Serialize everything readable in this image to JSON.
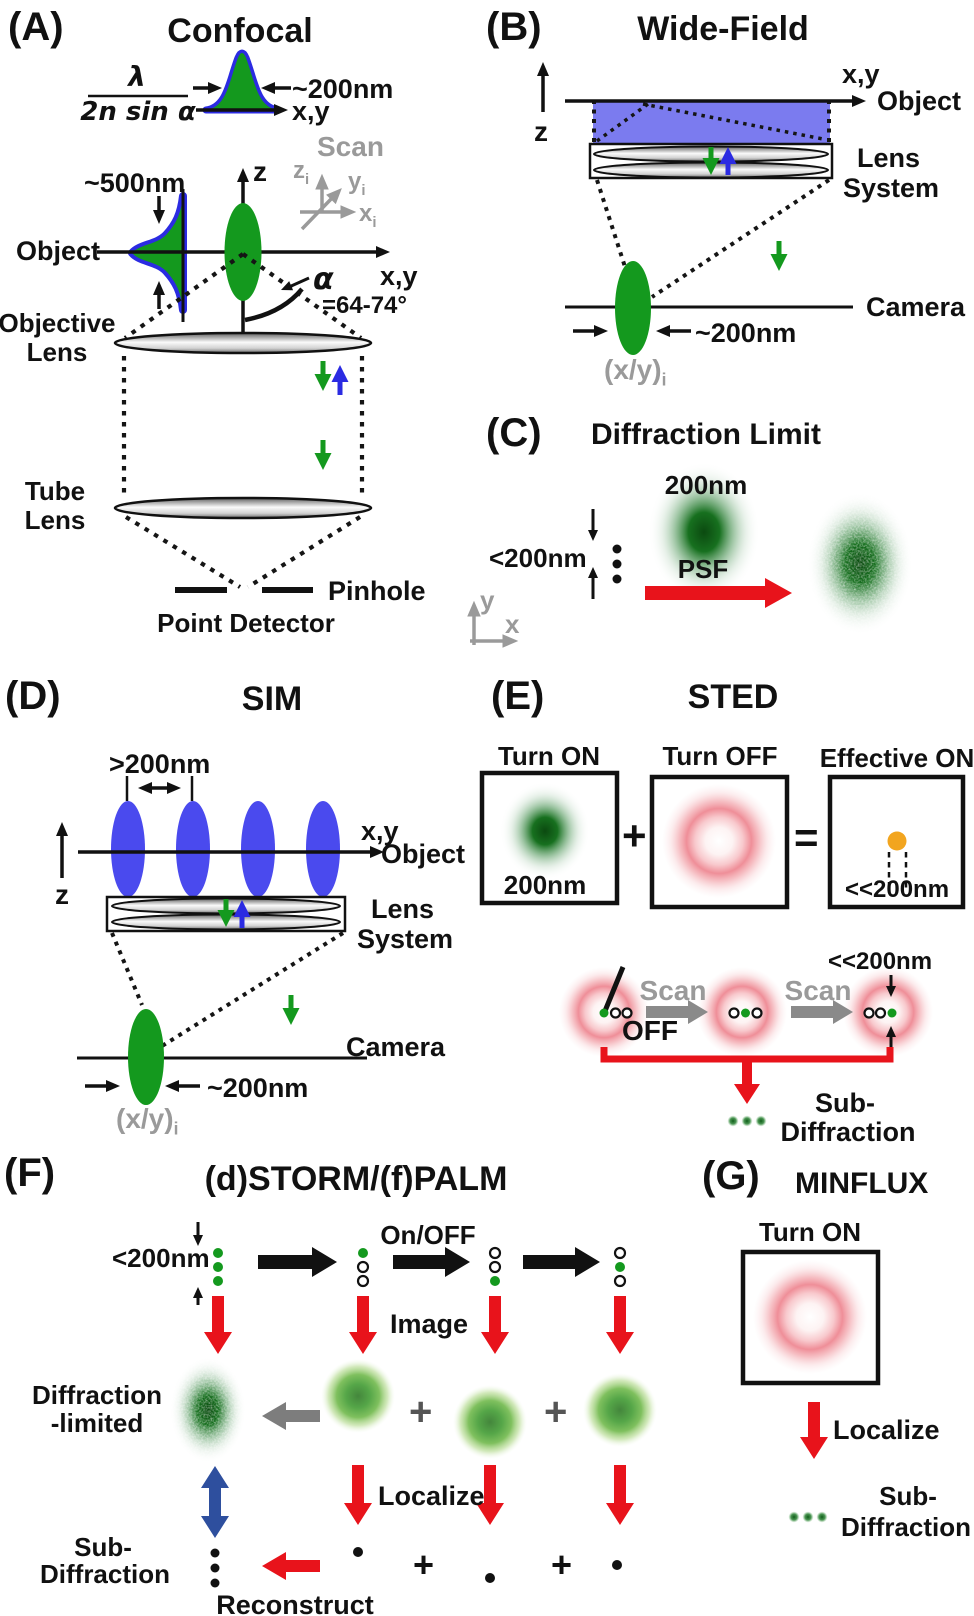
{
  "colors": {
    "green": "#14991e",
    "blue": "#2b2be2",
    "sim_blue": "#4a4aee",
    "field_blue": "#7b7bef",
    "red": "#e8131b",
    "pink_ring": "#f1949d",
    "orange": "#f2a51f",
    "gray_label": "#9a9a9a",
    "arrow_gray": "#7d7d7d",
    "double_arrow_blue": "#2e4f9e"
  },
  "a": {
    "tag": "(A)",
    "title": "Confocal",
    "lambda": "λ",
    "denominator": "2n sin α",
    "fwhm": "~200nm",
    "xy_top": "x,y",
    "scan": "Scan",
    "axis_z": "z",
    "axis_y": "y",
    "axis_x": "x",
    "sub_i": "i",
    "axial": "~500nm",
    "object": "Object",
    "z": "z",
    "xy": "x,y",
    "alpha": "α",
    "alpha_range": "=64-74°",
    "objective_line1": "Objective",
    "objective_line2": "Lens",
    "tube_line1": "Tube",
    "tube_line2": "Lens",
    "pinhole": "Pinhole",
    "detector": "Point Detector"
  },
  "b": {
    "tag": "(B)",
    "title": "Wide-Field",
    "z": "z",
    "xy": "x,y",
    "object": "Object",
    "lens_line1": "Lens",
    "lens_line2": "System",
    "camera": "Camera",
    "size": "~200nm",
    "xyi": "(x/y)",
    "sub_i": "i"
  },
  "c": {
    "tag": "(C)",
    "title": "Diffraction Limit",
    "size": "200nm",
    "psf": "PSF",
    "spacing": "<200nm",
    "y": "y",
    "x": "x"
  },
  "d": {
    "tag": "(D)",
    "title": "SIM",
    "spacing": ">200nm",
    "z": "z",
    "xy": "x,y",
    "object": "Object",
    "lens_line1": "Lens",
    "lens_line2": "System",
    "camera": "Camera",
    "size": "~200nm",
    "xyi": "(x/y)",
    "sub_i": "i"
  },
  "e": {
    "tag": "(E)",
    "title": "STED",
    "turn_on": "Turn ON",
    "turn_off": "Turn OFF",
    "effective_on": "Effective ON",
    "size": "200nm",
    "plus": "+",
    "equals": "=",
    "sub200_box": "<<200nm",
    "sub200": "<<200nm",
    "scan": "Scan",
    "off": "OFF",
    "sub_line1": "Sub-",
    "sub_line2": "Diffraction"
  },
  "f": {
    "tag": "(F)",
    "title": "(d)STORM/(f)PALM",
    "spacing": "<200nm",
    "on_off": "On/OFF",
    "image": "Image",
    "dl_line1": "Diffraction",
    "dl_line2": "-limited",
    "plus": "+",
    "localize": "Localize",
    "sub_line1": "Sub-",
    "sub_line2": "Diffraction",
    "reconstruct": "Reconstruct"
  },
  "g": {
    "tag": "(G)",
    "title": "MINFLUX",
    "turn_on": "Turn ON",
    "localize": "Localize",
    "sub_line1": "Sub-",
    "sub_line2": "Diffraction"
  }
}
